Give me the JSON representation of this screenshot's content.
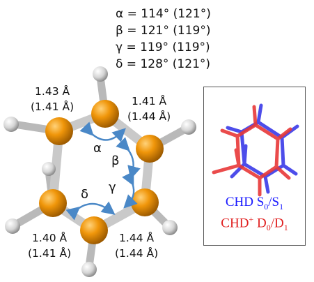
{
  "angles": [
    "α = 114° (121°)",
    "β = 121° (119°)",
    "γ = 119° (119°)",
    "δ = 128° (121°)"
  ],
  "bond_labels": {
    "top_left": [
      "1.43 Å",
      "(1.41 Å)"
    ],
    "top_right": [
      "1.41 Å",
      "(1.44 Å)"
    ],
    "bottom_left": [
      "1.40 Å",
      "(1.41 Å)"
    ],
    "bottom_right": [
      "1.44 Å",
      "(1.44 Å)"
    ]
  },
  "angle_symbols": {
    "alpha": "α",
    "beta": "β",
    "gamma": "γ",
    "delta": "δ"
  },
  "legend": {
    "line1": {
      "prefix": "CHD S",
      "sub1": "0",
      "sep": "/S",
      "sub2": "1",
      "color": "#1a1aff"
    },
    "line2": {
      "prefix": "CHD",
      "sup": "+",
      "mid": " D",
      "sub1": "0",
      "sep": "/D",
      "sub2": "1",
      "color": "#e02020"
    }
  },
  "colors": {
    "carbon": "#f0960a",
    "hydrogen": "#d8d8d8",
    "arrow": "#4a88c7",
    "inset_red": "#e83838",
    "inset_blue": "#3a3ae8"
  }
}
